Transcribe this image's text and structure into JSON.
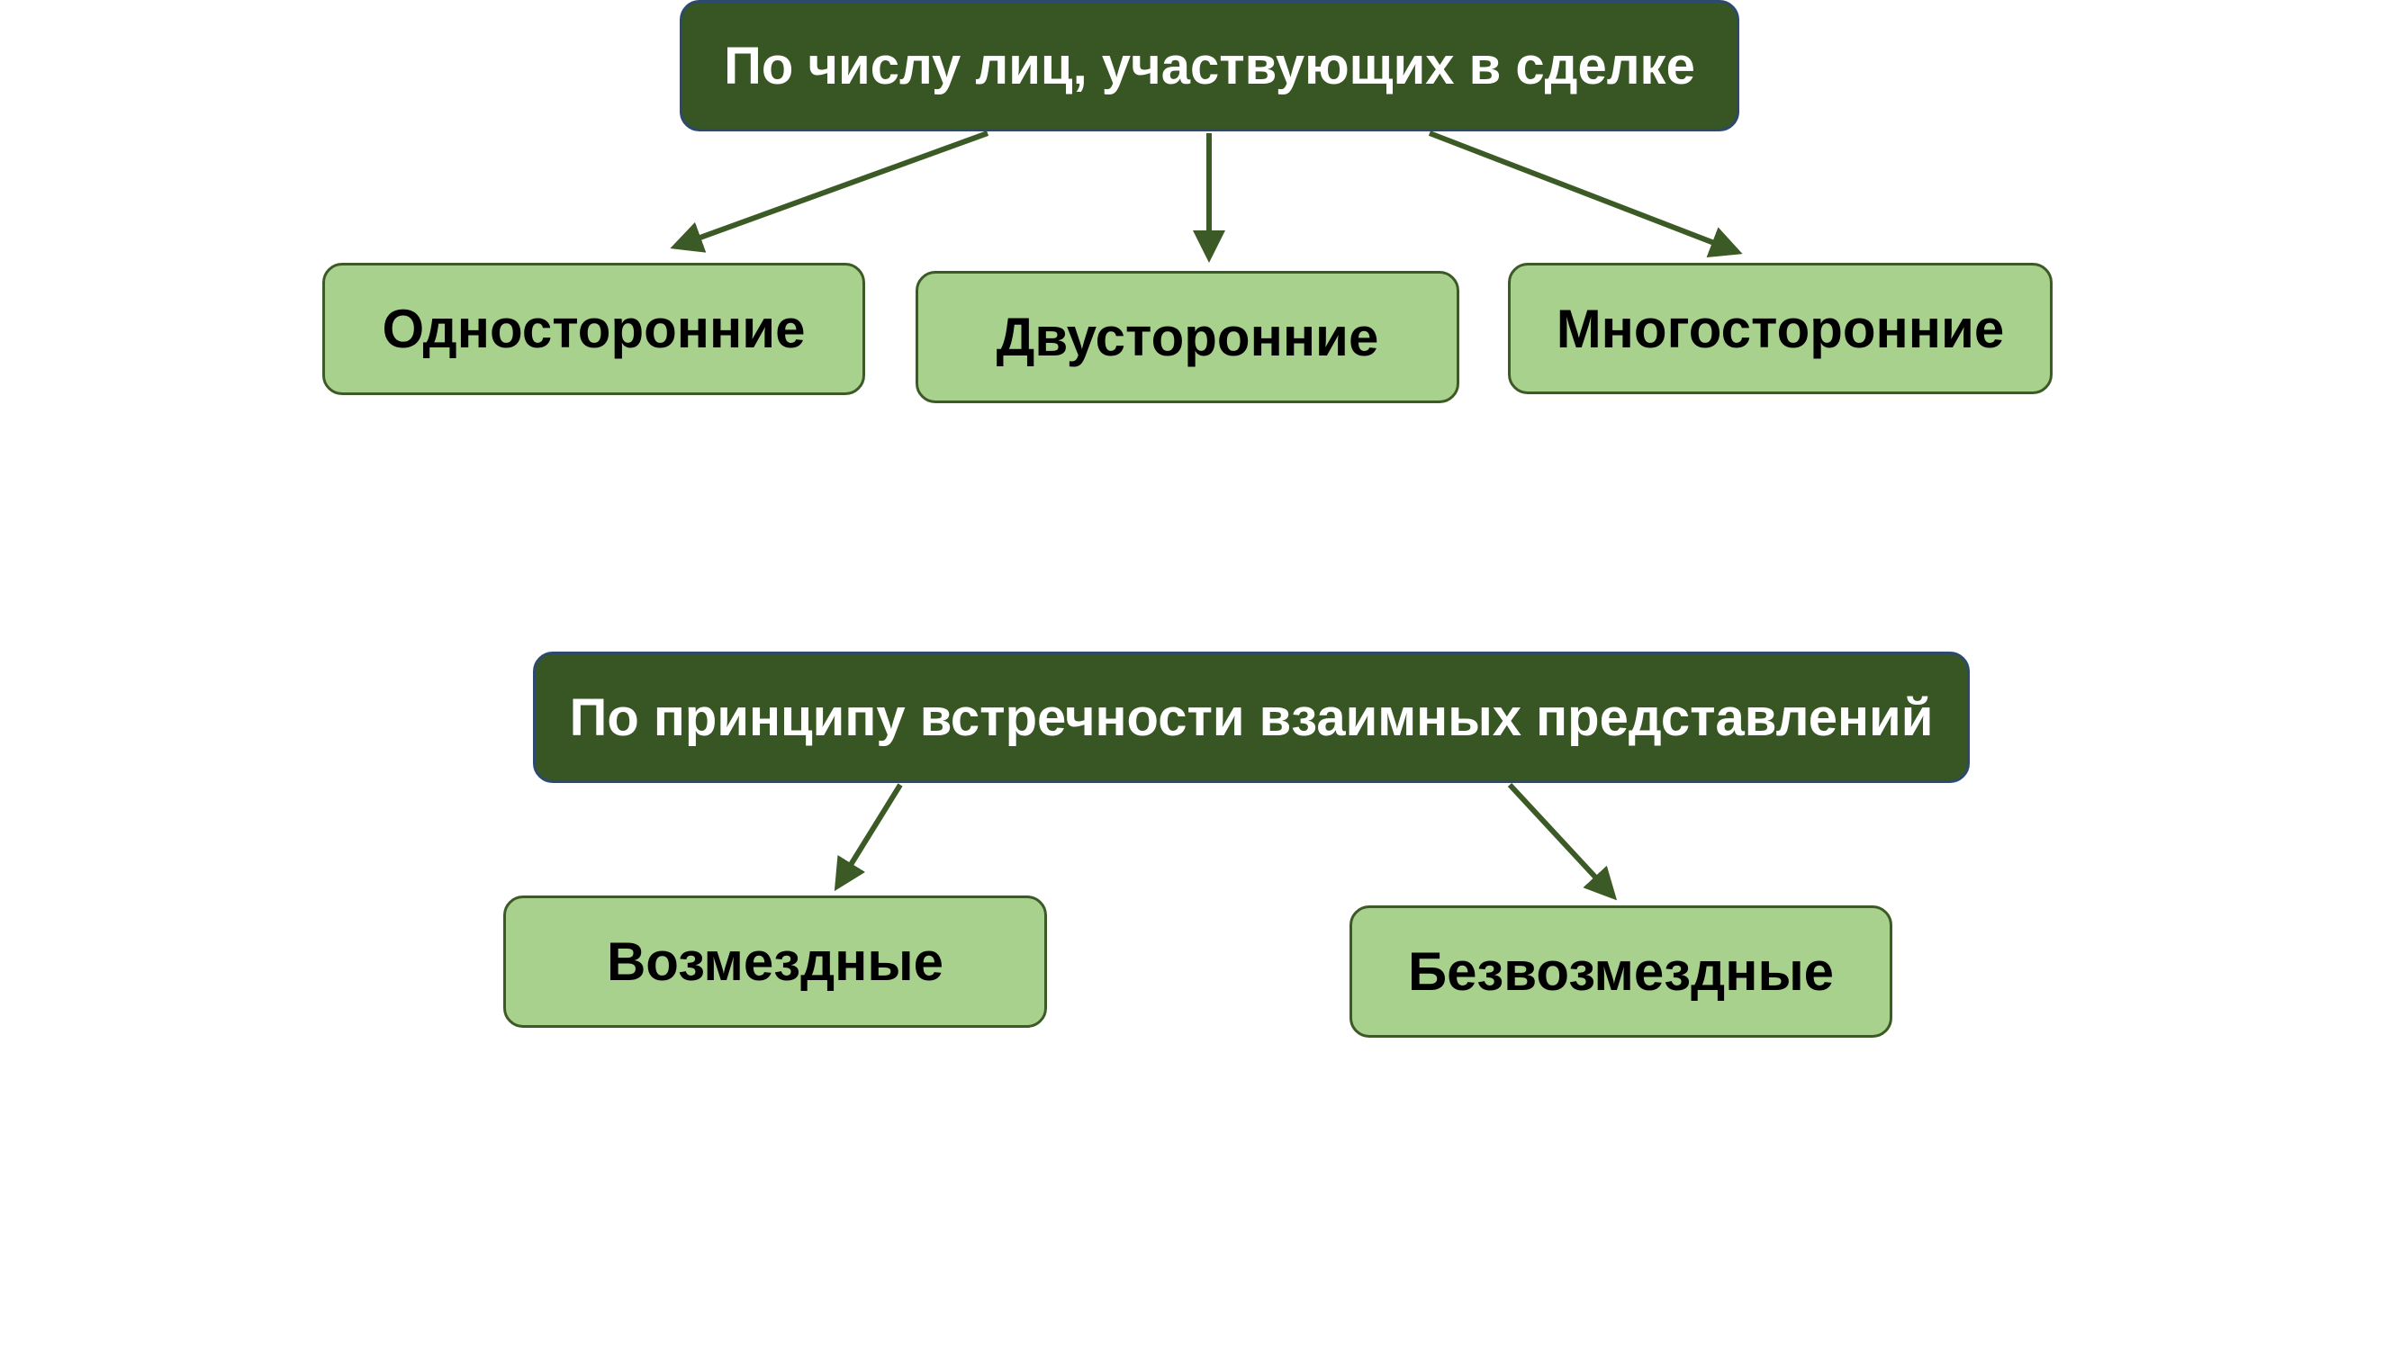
{
  "colors": {
    "parent_fill": "#375623",
    "child_fill": "#a9d18e",
    "arrow": "#3c5a25"
  },
  "groups": [
    {
      "title": "По числу лиц, участвующих в сделке",
      "children": [
        "Односторонние",
        "Двусторонние",
        "Многосторонние"
      ]
    },
    {
      "title": "По принципу встречности взаимных представлений",
      "children": [
        "Возмездные",
        "Безвозмездные"
      ]
    }
  ]
}
